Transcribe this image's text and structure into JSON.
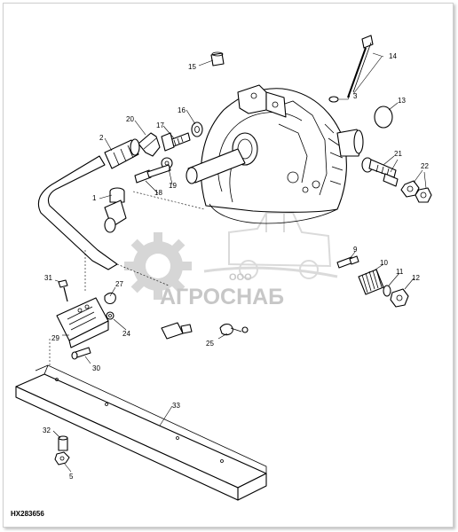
{
  "diagram": {
    "doc_id": "HX283656",
    "watermark": {
      "company_line1": "ООО",
      "company_line2": "АГРОСНАБ"
    },
    "callouts": {
      "c1": "1",
      "c2": "2",
      "c3": "3",
      "c5": "5",
      "c9": "9",
      "c10": "10",
      "c11": "11",
      "c12": "12",
      "c13": "13",
      "c14": "14",
      "c15": "15",
      "c16": "16",
      "c17": "17",
      "c18": "18",
      "c19": "19",
      "c20": "20",
      "c21": "21",
      "c22": "22",
      "c24": "24",
      "c25": "25",
      "c27": "27",
      "c29": "29",
      "c30": "30",
      "c31": "31",
      "c32": "32",
      "c33": "33"
    }
  }
}
